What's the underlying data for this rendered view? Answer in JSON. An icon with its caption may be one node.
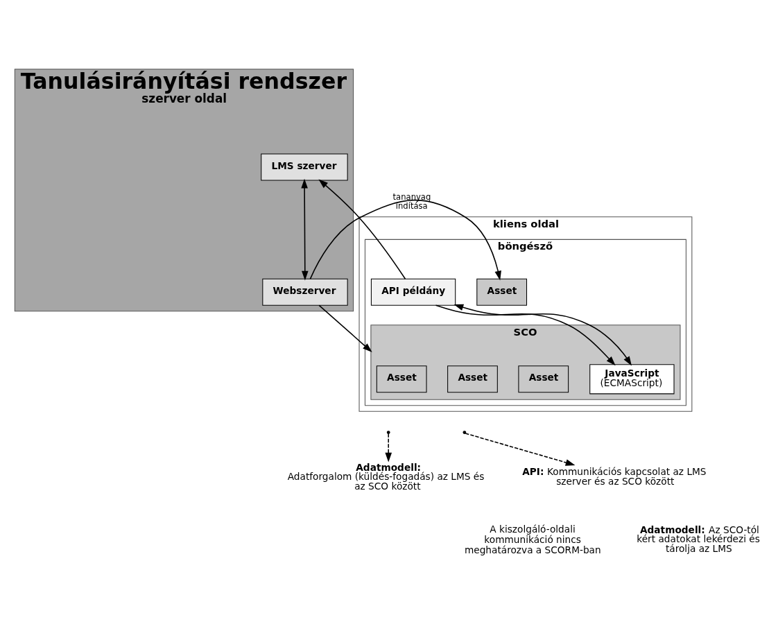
{
  "diagram": {
    "nodes": [
      {
        "text": [
          "Tanulásirányítási rendszer",
          "szerver oldal"
        ]
      },
      {
        "text": [
          "LMS szerver"
        ],
        "in": 0
      },
      {
        "text": [
          "Webszerver"
        ],
        "in": 0
      },
      {
        "text": [
          "kliens oldal"
        ]
      },
      {
        "text": [
          "böngésző"
        ],
        "in": 3
      },
      {
        "text": [
          "SCO"
        ],
        "in": 4
      },
      {
        "text": [
          "Asset"
        ],
        "in": 5
      },
      {
        "text": [
          "Asset"
        ],
        "in": 5
      },
      {
        "text": [
          "Asset"
        ],
        "in": 5
      },
      {
        "text": [
          "JavaScript",
          "(ECMAScript)"
        ],
        "in": 5
      },
      {
        "text": [
          "Asset"
        ],
        "in": 4
      },
      {
        "text": [
          "API példány"
        ],
        "in": 4
      },
      {
        "text": [
          "Adatmodell:",
          "Adatforgalom (küldés-fogadás) az LMS és az SCO között"
        ]
      },
      {
        "text": [
          "**API:** Kommunikációs kapcsolat az LMS szerver és az SCO között"
        ]
      }
    ],
    "edges": [
      {
        "from": 11,
        "to": 1,
        "arrow": "to"
      },
      {
        "from": 1,
        "to": 2,
        "arrow": "both"
      },
      {
        "from": 2,
        "to": 5,
        "arrow": "to"
      },
      {
        "from": 2,
        "to": 10,
        "arrow": "to",
        "label": "tananyag indítása"
      },
      {
        "from": 11,
        "to": 9,
        "arrow": "to"
      },
      {
        "from": 11,
        "to": 9,
        "arrow": "both"
      },
      {
        "from": null,
        "to": 12,
        "arrow": "to",
        "style": "dashed"
      },
      {
        "from": null,
        "to": 13,
        "arrow": "to",
        "style": "dashed"
      }
    ],
    "labels": [
      "A kiszolgáló-oldali kommunikáció nincs meghatározva a SCORM-ban",
      "**Adatmodell:** Az SCO-tól kért adatokat lekérdezi és tárolja az LMS"
    ]
  }
}
